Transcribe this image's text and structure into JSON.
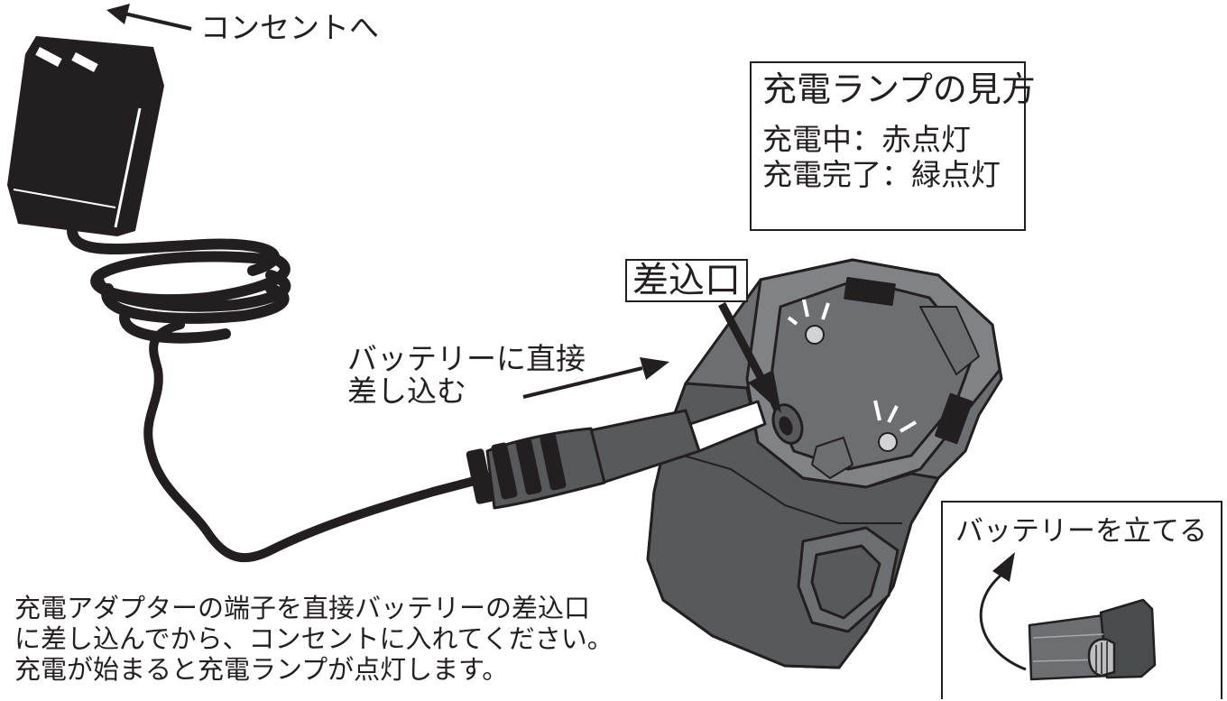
{
  "labels": {
    "to_outlet": "コンセントへ",
    "insert_directly_line1": "バッテリーに直接",
    "insert_directly_line2": "差し込む",
    "port": "差込口"
  },
  "legend": {
    "title": "充電ランプの見方",
    "charging": "充電中：赤点灯",
    "complete": "充電完了：緑点灯"
  },
  "instructions": [
    "充電アダプターの端子を直接バッテリーの差込口",
    "に差し込んでから、コンセントに入れてください。",
    "充電が始まると充電ランプが点灯します。"
  ],
  "inset": {
    "label": "バッテリーを立てる"
  },
  "colors": {
    "ink": "#231f20",
    "battery_body": "#6d6e71",
    "battery_dark": "#4a4b4d",
    "plug": "#58595b",
    "lamp": "#d1d3d4"
  }
}
